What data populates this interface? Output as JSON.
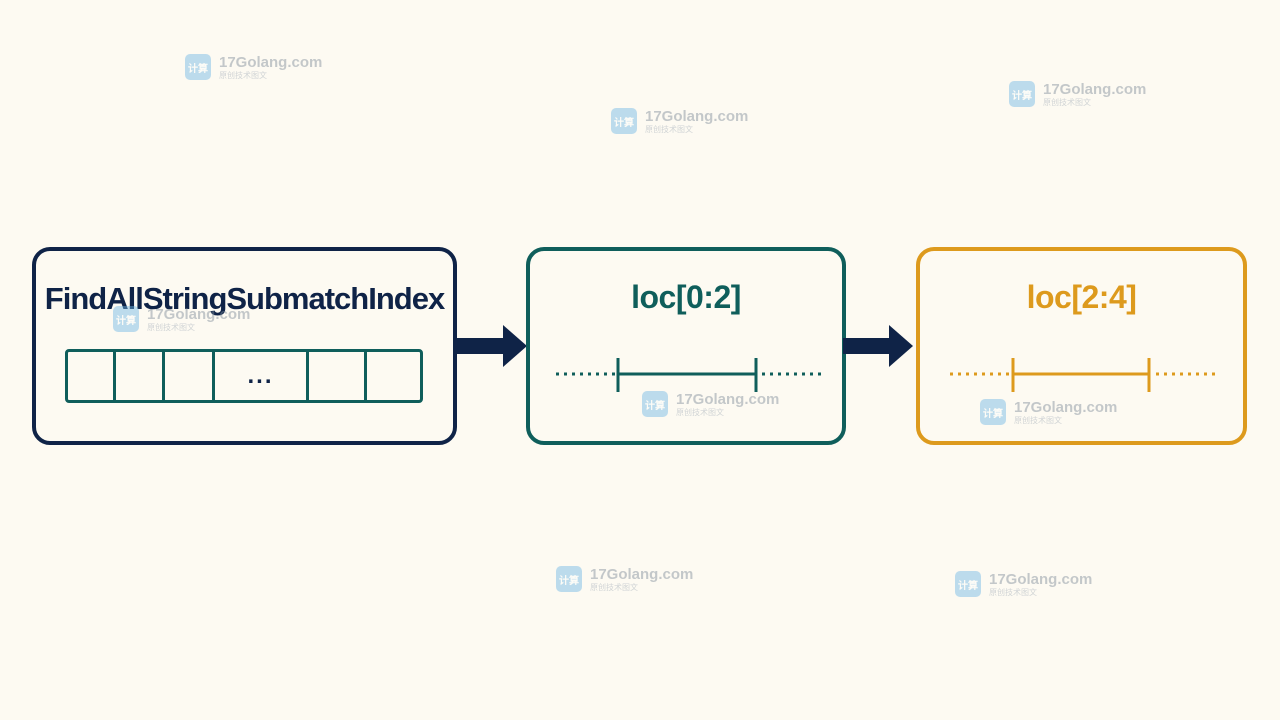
{
  "boxes": {
    "main": {
      "title": "FindAllStringSubmatchIndex",
      "cells": [
        "",
        "",
        "",
        "...",
        "",
        ""
      ]
    },
    "loc1": {
      "title": "loc[0:2]"
    },
    "loc2": {
      "title": "loc[2:4]"
    }
  },
  "colors": {
    "navy": "#0f2347",
    "teal": "#0f5e5b",
    "amber": "#dd9a1d",
    "background": "#fdfaf2"
  },
  "watermark": {
    "text": "17Golang.com",
    "subtext": "原创技术图文",
    "logo": "计算"
  }
}
